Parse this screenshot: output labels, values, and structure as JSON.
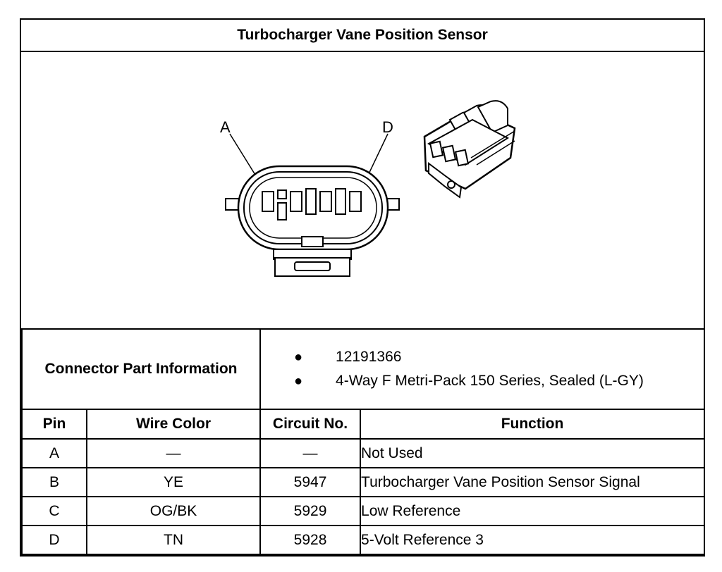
{
  "title": "Turbocharger Vane Position Sensor",
  "figure": {
    "pin_labels": [
      "A",
      "D"
    ]
  },
  "connector_info": {
    "label": "Connector Part Information",
    "items": [
      "12191366",
      "4-Way F Metri-Pack 150 Series, Sealed (L-GY)"
    ]
  },
  "pin_table": {
    "headers": [
      "Pin",
      "Wire Color",
      "Circuit No.",
      "Function"
    ],
    "rows": [
      {
        "pin": "A",
        "wire_color": "—",
        "circuit": "—",
        "function": "Not Used"
      },
      {
        "pin": "B",
        "wire_color": "YE",
        "circuit": "5947",
        "function": "Turbocharger Vane Position Sensor Signal"
      },
      {
        "pin": "C",
        "wire_color": "OG/BK",
        "circuit": "5929",
        "function": "Low Reference"
      },
      {
        "pin": "D",
        "wire_color": "TN",
        "circuit": "5928",
        "function": "5-Volt Reference 3"
      }
    ]
  }
}
